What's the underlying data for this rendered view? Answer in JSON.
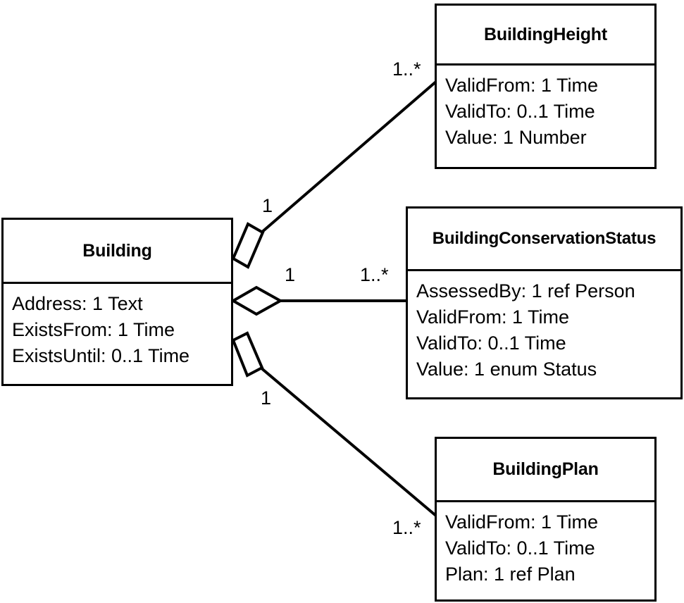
{
  "diagram": {
    "type": "uml-class-diagram",
    "background_color": "#ffffff",
    "line_color": "#000000",
    "classes": [
      {
        "id": "building",
        "name": "Building",
        "attributes": [
          "Address: 1 Text",
          "ExistsFrom: 1 Time",
          "ExistsUntil: 0..1 Time"
        ]
      },
      {
        "id": "buildingheight",
        "name": "BuildingHeight",
        "attributes": [
          "ValidFrom: 1 Time",
          "ValidTo: 0..1 Time",
          "Value: 1 Number"
        ]
      },
      {
        "id": "buildingconservationstatus",
        "name": "BuildingConservationStatus",
        "attributes": [
          "AssessedBy: 1 ref Person",
          "ValidFrom: 1 Time",
          "ValidTo: 0..1 Time",
          "Value: 1 enum Status"
        ]
      },
      {
        "id": "buildingplan",
        "name": "BuildingPlan",
        "attributes": [
          "ValidFrom: 1 Time",
          "ValidTo: 0..1 Time",
          "Plan: 1 ref Plan"
        ]
      }
    ],
    "associations": [
      {
        "id": "building-buildingheight",
        "kind": "aggregation",
        "diamond": "hollow",
        "source": "Building",
        "target": "BuildingHeight",
        "source_multiplicity": "1",
        "target_multiplicity": "1..*"
      },
      {
        "id": "building-buildingconservationstatus",
        "kind": "aggregation",
        "diamond": "hollow",
        "source": "Building",
        "target": "BuildingConservationStatus",
        "source_multiplicity": "1",
        "target_multiplicity": "1..*"
      },
      {
        "id": "building-buildingplan",
        "kind": "aggregation",
        "diamond": "hollow",
        "source": "Building",
        "target": "BuildingPlan",
        "source_multiplicity": "1",
        "target_multiplicity": "1..*"
      }
    ]
  }
}
